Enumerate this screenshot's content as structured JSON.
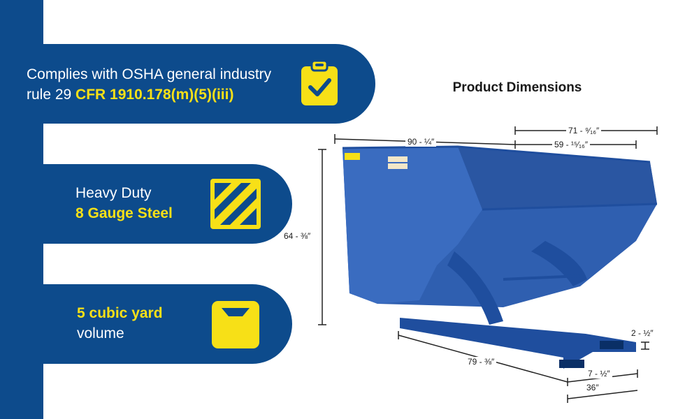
{
  "features": [
    {
      "line1": "Complies with OSHA general industry",
      "line2_plain": "rule 29 ",
      "line2_highlight": "CFR 1910.178(m)(5)(iii)",
      "icon": "clipboard-check-icon"
    },
    {
      "line1": "Heavy Duty",
      "line2_highlight": "8 Gauge Steel",
      "icon": "diagonal-stripes-icon"
    },
    {
      "line1_highlight": "5 cubic yard",
      "line2": "volume",
      "icon": "cube-container-icon"
    }
  ],
  "diagram": {
    "title": "Product Dimensions",
    "dimensions": {
      "overall_width": "90 - ¼″",
      "top_depth": "71 - ⁹⁄₁₆″",
      "inner_depth": "59 - ¹⁵⁄₁₆″",
      "height": "64 - ⅜″",
      "fork_pocket_height": "2 - ½″",
      "base_length": "79 - ⅜″",
      "fork_pocket_width": "7 - ½″",
      "base_width": "36″"
    }
  },
  "colors": {
    "brand_blue": "#0d4b8c",
    "highlight_yellow": "#f7e017",
    "hopper_blue": "#2f5fb0"
  }
}
